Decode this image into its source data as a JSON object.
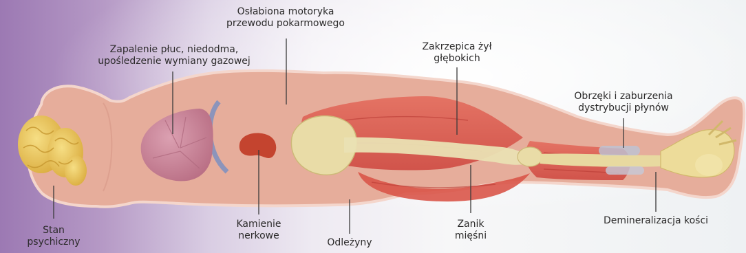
{
  "labels": {
    "gi_motility": [
      "Osłabiona motoryka",
      "przewodu pokarmowego"
    ],
    "pneumonia": [
      "Zapalenie płuc, niedodma,",
      "upośledzenie wymiany gazowej"
    ],
    "dvt": [
      "Zakrzepica żył",
      "głębokich"
    ],
    "edema": [
      "Obrzęki i zaburzenia",
      "dystrybucji płynów"
    ],
    "mental_state": [
      "Stan",
      "psychiczny"
    ],
    "kidney_stones": [
      "Kamienie",
      "nerkowe"
    ],
    "bedsores": [
      "Odleżyny"
    ],
    "muscle_atrophy": [
      "Zanik",
      "mięśni"
    ],
    "bone_demineralization": [
      "Demineralizacja kości"
    ]
  },
  "colors": {
    "body": "#e6ad9b",
    "body_outline": "#f4d6cc",
    "muscle": "#d8594f",
    "bone": "#e9dca7",
    "brain": "#e8c55a",
    "lung": "#c9869b",
    "kidney": "#c4442f",
    "leader_line": "#3a3a3a"
  }
}
